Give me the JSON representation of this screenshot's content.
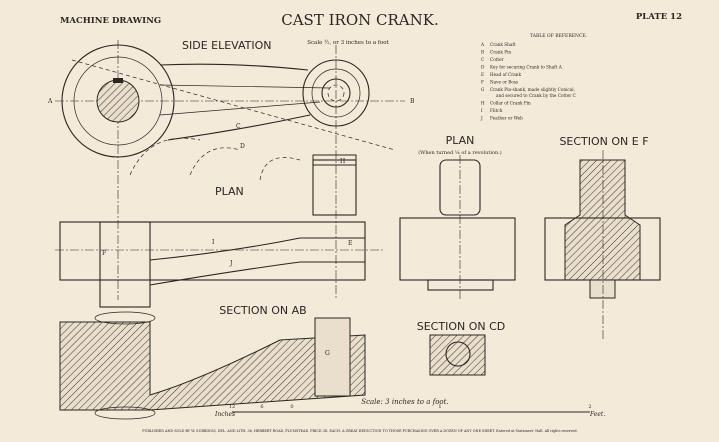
{
  "header": {
    "left": "MACHINE DRAWING",
    "title": "CAST IRON CRANK.",
    "right": "PLATE 12"
  },
  "scale_note": "Scale ½, or 3 inches to a foot",
  "views": {
    "side_elevation": "SIDE ELEVATION",
    "plan_left": "PLAN",
    "plan_right": "PLAN",
    "plan_right_note": "(When turned ¼ of a revolution.)",
    "section_ef": "SECTION ON E F",
    "section_ab": "SECTION ON AB",
    "section_cd": "SECTION ON CD"
  },
  "reference": {
    "title": "TABLE OF REFERENCE.",
    "items": [
      {
        "key": "A",
        "text": "Crank Shaft"
      },
      {
        "key": "B",
        "text": "Crank Pin"
      },
      {
        "key": "C",
        "text": "Cotter"
      },
      {
        "key": "D",
        "text": "Key for securing Crank to Shaft A"
      },
      {
        "key": "E",
        "text": "Head of Crank"
      },
      {
        "key": "F",
        "text": "Nave or Boss"
      },
      {
        "key": "G",
        "text": "Crank Pin-shank, made slightly Conical,"
      },
      {
        "key": "",
        "text": "and secured to Crank by the Cotter C"
      },
      {
        "key": "H",
        "text": "Collar of Crank Pin"
      },
      {
        "key": "I",
        "text": "Flitch"
      },
      {
        "key": "J",
        "text": "Feather or Web"
      }
    ]
  },
  "scale_bar": {
    "caption": "Scale: 3 inches to a foot.",
    "left_label": "Inches",
    "right_label": "Feet.",
    "ticks": [
      "12",
      "6",
      "0",
      "1",
      "2"
    ]
  },
  "footer": "PUBLISHED AND SOLD BY W. SUBBINGS, DEL. AND LITH. 36, HERBERT ROAD, PLUMSTEAD. PRICE 3D. EACH. A GREAT REDUCTION TO THOSE PURCHASING OVER A DOZEN OF ANY ONE SHEET. Entered at Stationers' Hall. All rights reserved.",
  "labels": {
    "A": "A",
    "B": "B",
    "C": "C",
    "D": "D",
    "E": "E",
    "F": "F",
    "G": "G",
    "H": "H",
    "I": "I",
    "J": "J"
  }
}
